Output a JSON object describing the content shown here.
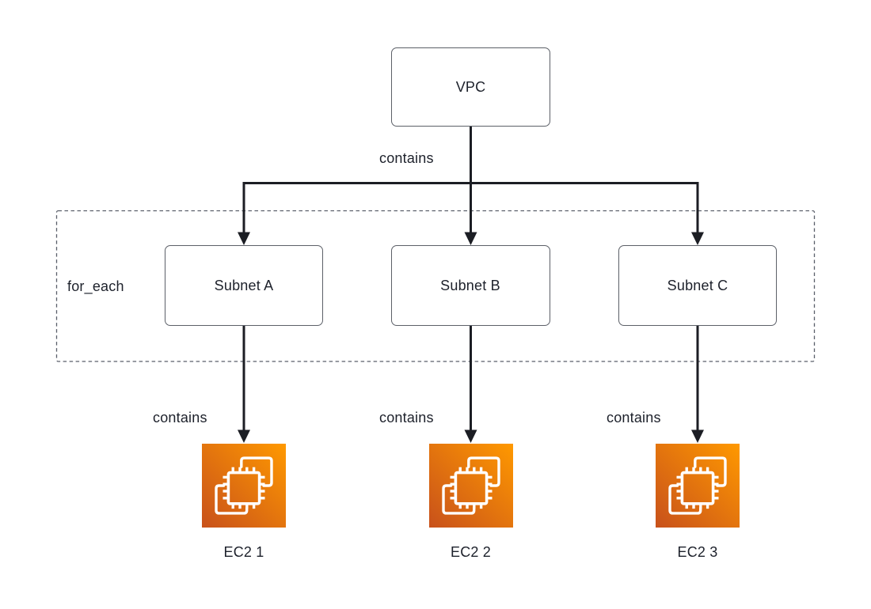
{
  "diagram": {
    "type": "flowchart",
    "nodes": {
      "vpc": {
        "label": "VPC"
      },
      "subnets": [
        {
          "label": "Subnet A"
        },
        {
          "label": "Subnet B"
        },
        {
          "label": "Subnet C"
        }
      ],
      "instances": [
        {
          "label": "EC2 1",
          "icon": "aws-ec2-icon"
        },
        {
          "label": "EC2 2",
          "icon": "aws-ec2-icon"
        },
        {
          "label": "EC2 3",
          "icon": "aws-ec2-icon"
        }
      ]
    },
    "group": {
      "label": "for_each",
      "style": "dashed"
    },
    "edges": {
      "vpc_contains": "contains",
      "subnet_contains": [
        "contains",
        "contains",
        "contains"
      ]
    },
    "colors": {
      "line": "#1c1e24",
      "node_border": "#5c6068",
      "text": "#1d212b",
      "group_border": "#5a5f6a",
      "ec2_gradient_start": "#C8511B",
      "ec2_gradient_end": "#FF9900",
      "icon_glyph": "#ffffff"
    }
  }
}
